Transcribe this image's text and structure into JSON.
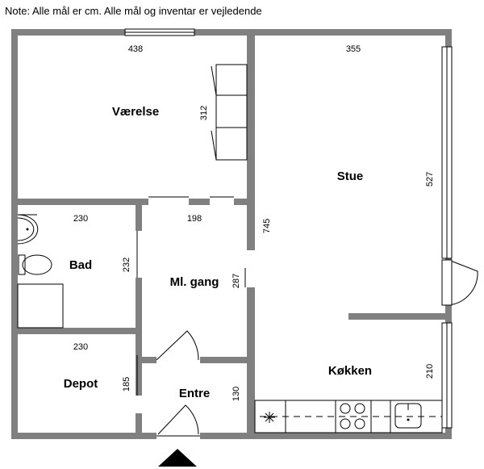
{
  "note": "Note: Alle mål er cm. Alle mål og inventar er vejledende",
  "rooms": {
    "vaerelse": "Værelse",
    "stue": "Stue",
    "bad": "Bad",
    "gang": "Ml. gang",
    "depot": "Depot",
    "entre": "Entre",
    "koekken": "Køkken"
  },
  "dims": {
    "vaerelse_w": "438",
    "vaerelse_h": "312",
    "stue_w": "355",
    "stue_h": "527",
    "stue_left": "745",
    "bad_w": "230",
    "bad_h": "232",
    "gang_w": "198",
    "gang_h": "287",
    "depot_w": "230",
    "depot_h": "185",
    "entre_h": "130",
    "koekken_h": "210"
  }
}
